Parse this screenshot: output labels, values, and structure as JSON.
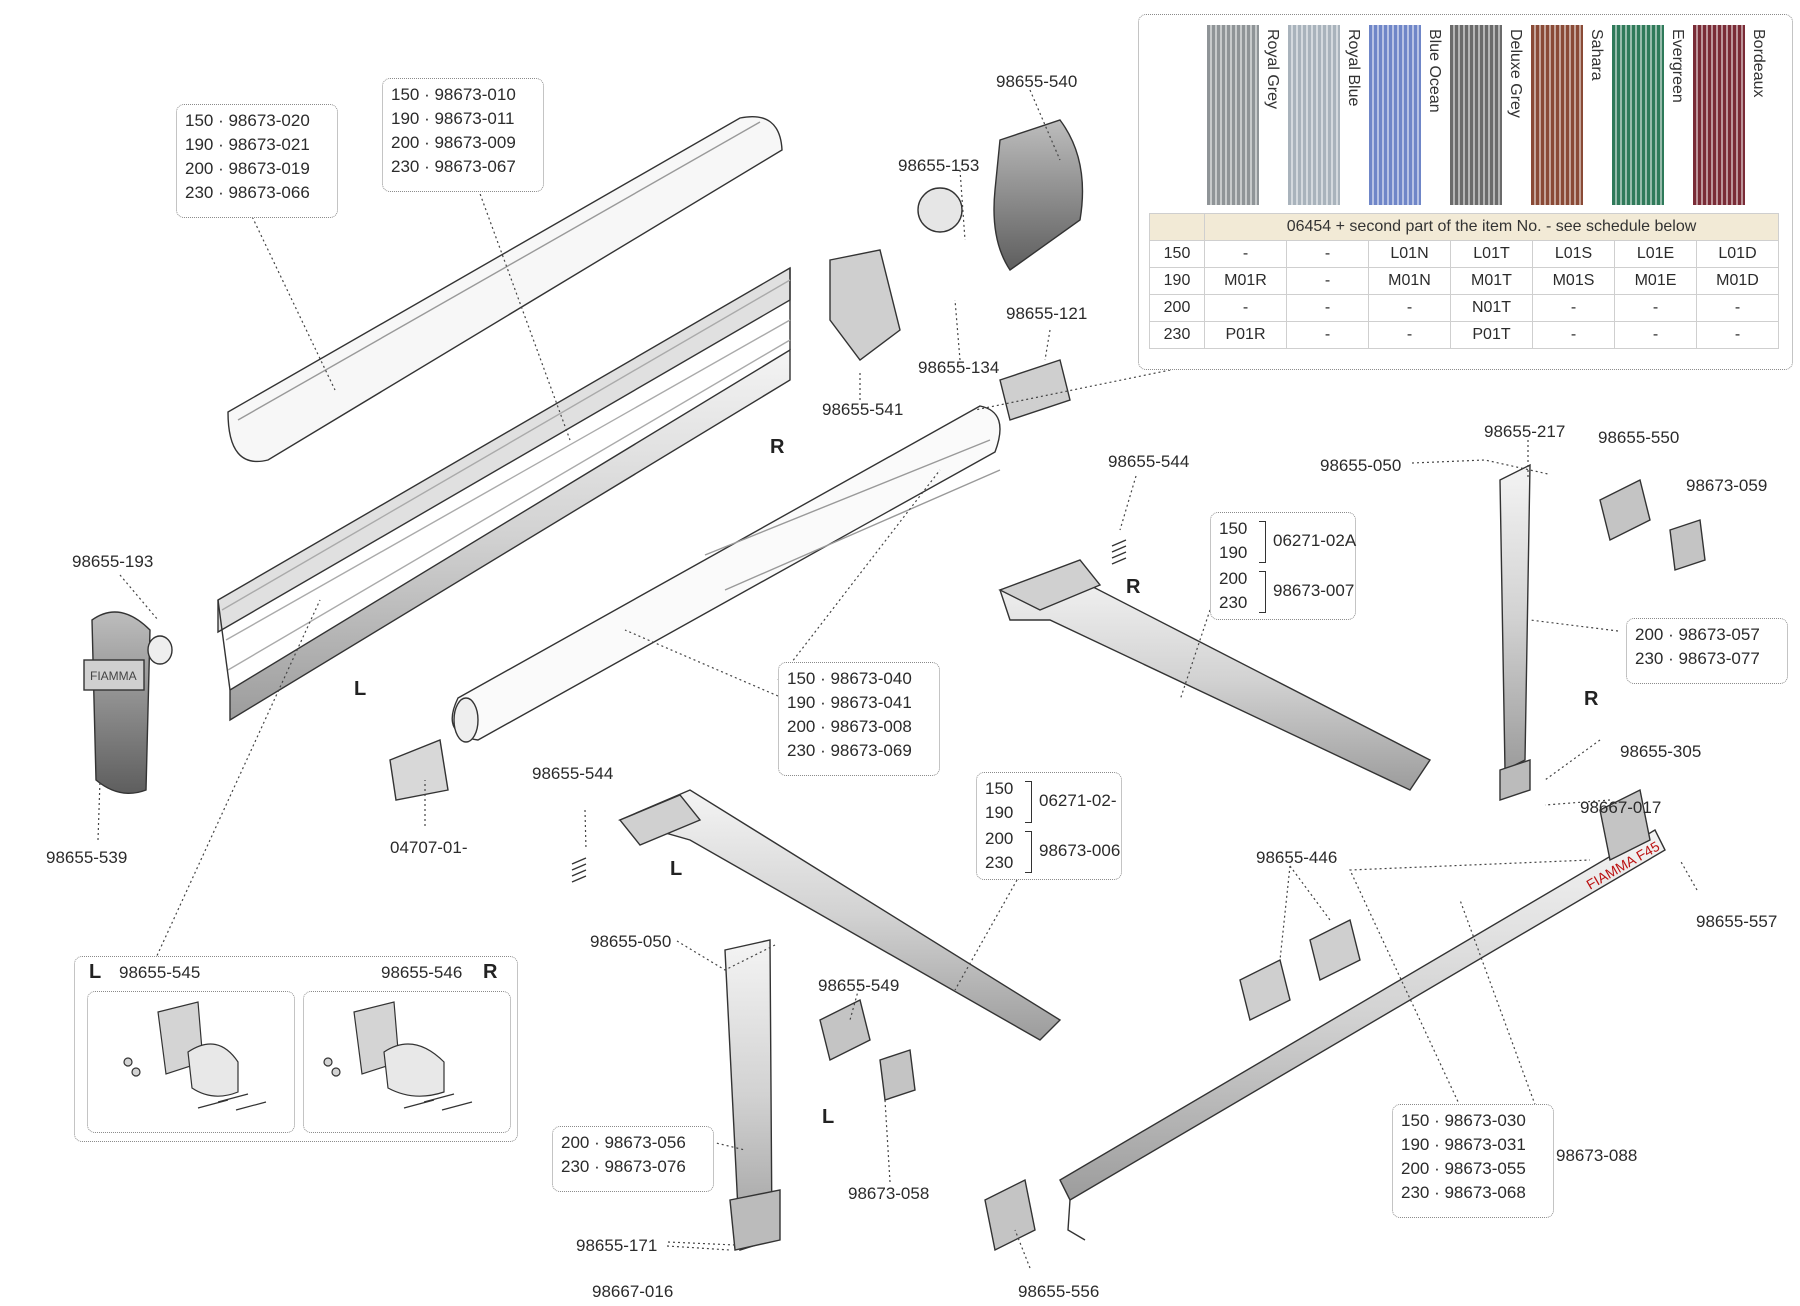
{
  "color_panel": {
    "colors": [
      {
        "name": "Royal Grey",
        "hex": "#8f9497"
      },
      {
        "name": "Royal Blue",
        "hex": "#a9b3bc"
      },
      {
        "name": "Blue Ocean",
        "hex": "#6f86c8"
      },
      {
        "name": "Deluxe Grey",
        "hex": "#6b6b6b"
      },
      {
        "name": "Sahara",
        "hex": "#8a4a36"
      },
      {
        "name": "Evergreen",
        "hex": "#2f7a5a"
      },
      {
        "name": "Bordeaux",
        "hex": "#7a2b36"
      }
    ],
    "table_header": "06454 + second part of the item No. - see schedule below",
    "rows": [
      {
        "size": "150",
        "cells": [
          "-",
          "-",
          "L01N",
          "L01T",
          "L01S",
          "L01E",
          "L01D"
        ]
      },
      {
        "size": "190",
        "cells": [
          "M01R",
          "-",
          "M01N",
          "M01T",
          "M01S",
          "M01E",
          "M01D"
        ]
      },
      {
        "size": "200",
        "cells": [
          "-",
          "-",
          "-",
          "N01T",
          "-",
          "-",
          "-"
        ]
      },
      {
        "size": "230",
        "cells": [
          "P01R",
          "-",
          "-",
          "P01T",
          "-",
          "-",
          "-"
        ]
      }
    ]
  },
  "boxes": {
    "front_cover": [
      "150 · 98673-020",
      "190 · 98673-021",
      "200 · 98673-019",
      "230 · 98673-066"
    ],
    "case_profile": [
      "150 · 98673-010",
      "190 · 98673-011",
      "200 · 98673-009",
      "230 · 98673-067"
    ],
    "roller_tube": [
      "150 · 98673-040",
      "190 · 98673-041",
      "200 · 98673-008",
      "230 · 98673-069"
    ],
    "leg_right": [
      "200 · 98673-057",
      "230 · 98673-077"
    ],
    "leg_left": [
      "200 · 98673-056",
      "230 · 98673-076"
    ],
    "lead_rail": [
      "150 · 98673-030",
      "190 · 98673-031",
      "200 · 98673-055",
      "230 · 98673-068"
    ]
  },
  "arm_right": {
    "sizes_a": [
      "150",
      "190"
    ],
    "code_a": "06271-02A",
    "sizes_b": [
      "200",
      "230"
    ],
    "code_b": "98673-007"
  },
  "arm_left": {
    "sizes_a": [
      "150",
      "190"
    ],
    "code_a": "06271-02-",
    "sizes_b": [
      "200",
      "230"
    ],
    "code_b": "98673-006"
  },
  "bracket_panel": {
    "left_letter": "L",
    "left_part": "98655-545",
    "right_part": "98655-546",
    "right_letter": "R"
  },
  "parts": {
    "p540": "98655-540",
    "p153": "98655-153",
    "p134": "98655-134",
    "p541": "98655-541",
    "p121": "98655-121",
    "p193": "98655-193",
    "p539": "98655-539",
    "p04707": "04707-01-",
    "p544a": "98655-544",
    "p544b": "98655-544",
    "p217": "98655-217",
    "p050a": "98655-050",
    "p550": "98655-550",
    "p059": "98673-059",
    "p305": "98655-305",
    "p017": "98667-017",
    "p557": "98655-557",
    "p446": "98655-446",
    "p050b": "98655-050",
    "p549": "98655-549",
    "p058": "98673-058",
    "p171": "98655-171",
    "p016": "98667-016",
    "p556": "98655-556",
    "p088": "98673-088"
  },
  "letters": {
    "r1": "R",
    "l1": "L",
    "r2": "R",
    "r3": "R",
    "l2": "L",
    "l3": "L"
  }
}
